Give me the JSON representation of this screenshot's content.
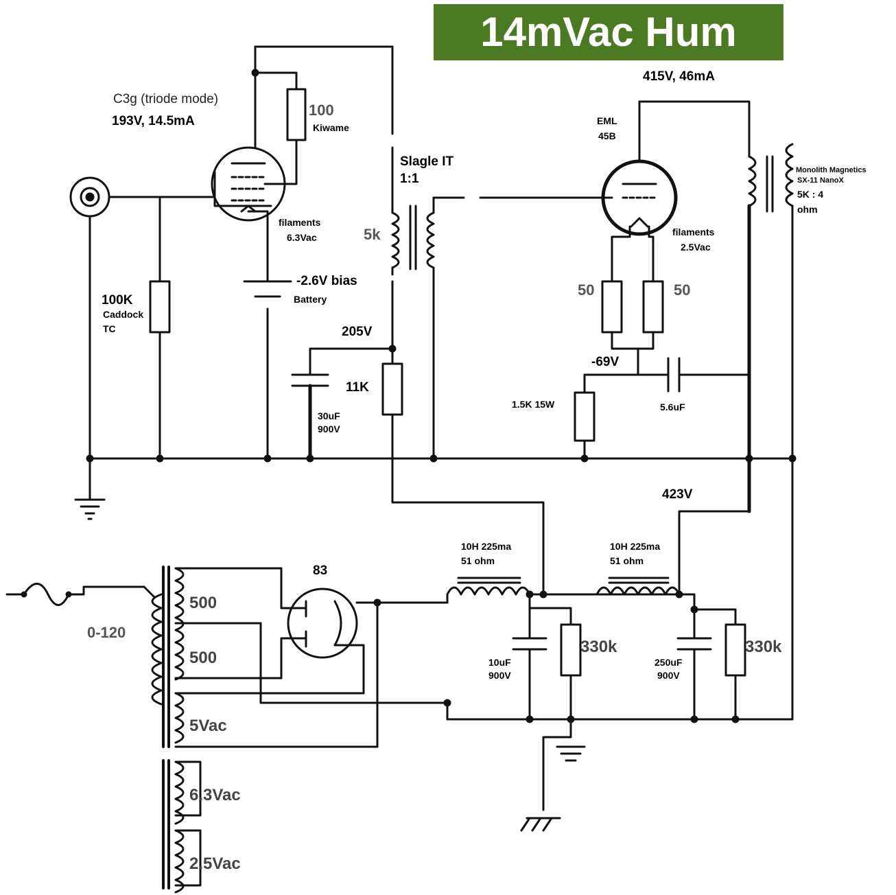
{
  "title": "14mVac Hum",
  "labels": {
    "tube1_name": "C3g (triode mode)",
    "tube1_op": "193V, 14.5mA",
    "r_plate_val": "100",
    "r_plate_brand": "Kiwame",
    "fil1_a": "filaments",
    "fil1_b": "6.3Vac",
    "bias_a": "-2.6V bias",
    "bias_b": "Battery",
    "rg_val": "100K",
    "rg_brand": "Caddock",
    "rg_type": "TC",
    "it_name": "Slagle IT",
    "it_ratio": "1:1",
    "it_imp": "5k",
    "v205": "205V",
    "r11k": "11K",
    "c30_a": "30uF",
    "c30_b": "900V",
    "out_op": "415V, 46mA",
    "tube2_a": "EML",
    "tube2_b": "45B",
    "ot_name": "Monolith Magnetics",
    "ot_model": "SX-11 NanoX",
    "ot_ratio": "5K : 4",
    "ot_unit": "ohm",
    "fil2_a": "filaments",
    "fil2_b": "2.5Vac",
    "r50a": "50",
    "r50b": "50",
    "vm69": "-69V",
    "rk": "1.5K 15W",
    "ck": "5.6uF",
    "v423": "423V",
    "ch1_a": "10H 225ma",
    "ch1_b": "51 ohm",
    "ch2_a": "10H 225ma",
    "ch2_b": "51 ohm",
    "rect": "83",
    "c10_a": "10uF",
    "c10_b": "900V",
    "r330a": "330k",
    "c250_a": "250uF",
    "c250_b": "900V",
    "r330b": "330k",
    "pt_pri": "0-120",
    "pt_s1": "500",
    "pt_s2": "500",
    "pt_s3": "5Vac",
    "ft_1": "6.3Vac",
    "ft_2": "2.5Vac"
  }
}
